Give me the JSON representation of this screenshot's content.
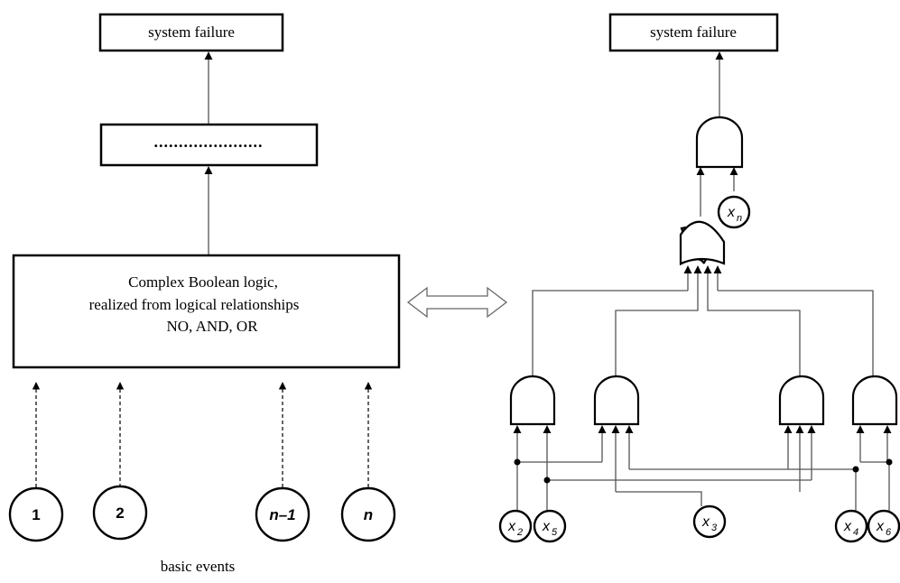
{
  "left": {
    "top_box": "system failure",
    "middle_box": "......................",
    "logic_box": {
      "line1": "Complex Boolean logic,",
      "line2": "realized from logical relationships",
      "line3": "NO, AND, OR"
    },
    "events": [
      "1",
      "2",
      "n–1",
      "n"
    ],
    "caption": "basic events"
  },
  "right": {
    "top_box": "system failure",
    "top_gate_input": {
      "main": "x",
      "sub": "n"
    },
    "inputs": [
      {
        "main": "x",
        "sub": "2"
      },
      {
        "main": "x",
        "sub": "5"
      },
      {
        "main": "x",
        "sub": "3"
      },
      {
        "main": "x",
        "sub": "4"
      },
      {
        "main": "x",
        "sub": "6"
      }
    ]
  }
}
